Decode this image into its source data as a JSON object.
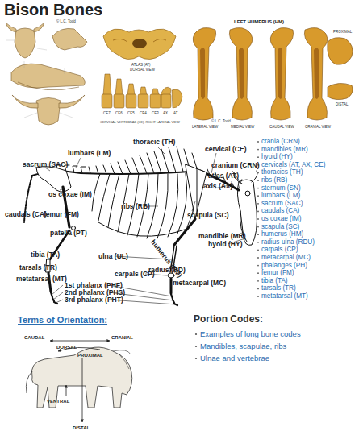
{
  "diagram": {
    "title": "Bison Bones",
    "labels": [
      "© L.C. Todd",
      "ATLAS (AT)",
      "DORSAL VIEW",
      "CE7",
      "CE6",
      "CE5",
      "CE4",
      "CE3",
      "AX",
      "AT",
      "CERVICAL VERTEBRAE (CE): RIGHT LATERAL VIEW",
      "LEFT HUMERUS (HM)",
      "© L.C. Todd",
      "LATERAL VIEW",
      "MEDIAL VIEW",
      "CAUDAL VIEW",
      "CRANIAL VIEW",
      "PROXIMAL",
      "DISTAL",
      "thoracic (TH)",
      "cervical (CE)",
      "lumbars (LM)",
      "cranium (CRN)",
      "sacrum (SAC)",
      "atlas (AT)",
      "axis (AX)",
      "os coxae (IM)",
      "ribs (RB)",
      "scapula (SC)",
      "caudals (CA)",
      "femur (FM)",
      "patella (PT)",
      "mandible (MR)",
      "hyoid (HY)",
      "humerus (HM)",
      "tibia (TA)",
      "ulna (UL)",
      "tarsals (TR)",
      "carpals (CP)",
      "radius (RD)",
      "metatarsal (MT)",
      "metacarpal (MC)",
      "1st phalanx (PHF)",
      "2nd phalanx (PHS)",
      "3rd phalanx (PHT)",
      "crania (CRN)",
      "mandibles (MR)",
      "hyoid (HY)",
      "cervicals (AT, AX, CE)",
      "thoracics (TH)",
      "ribs (RB)",
      "sternum (SN)",
      "lumbars (LM)",
      "sacrum (SAC)",
      "caudals (CA)",
      "os coxae (IM)",
      "scapula (SC)",
      "humerus (HM)",
      "radius-ulna (RDU)",
      "carpals (CP)",
      "metacarpal (MC)",
      "phalanges (PH)",
      "femur (FM)",
      "tibia (TA)",
      "tarsals (TR)",
      "metatarsal (MT)",
      "Terms of Orientation:",
      "CAUDAL",
      "DORSAL",
      "PROXIMAL",
      "CRANIAL",
      "VENTRAL",
      "DISTAL",
      "Portion Codes:",
      "Examples of long bone codes",
      "Mandibles, scapulae, ribs",
      "Ulnae and vertebrae"
    ]
  }
}
